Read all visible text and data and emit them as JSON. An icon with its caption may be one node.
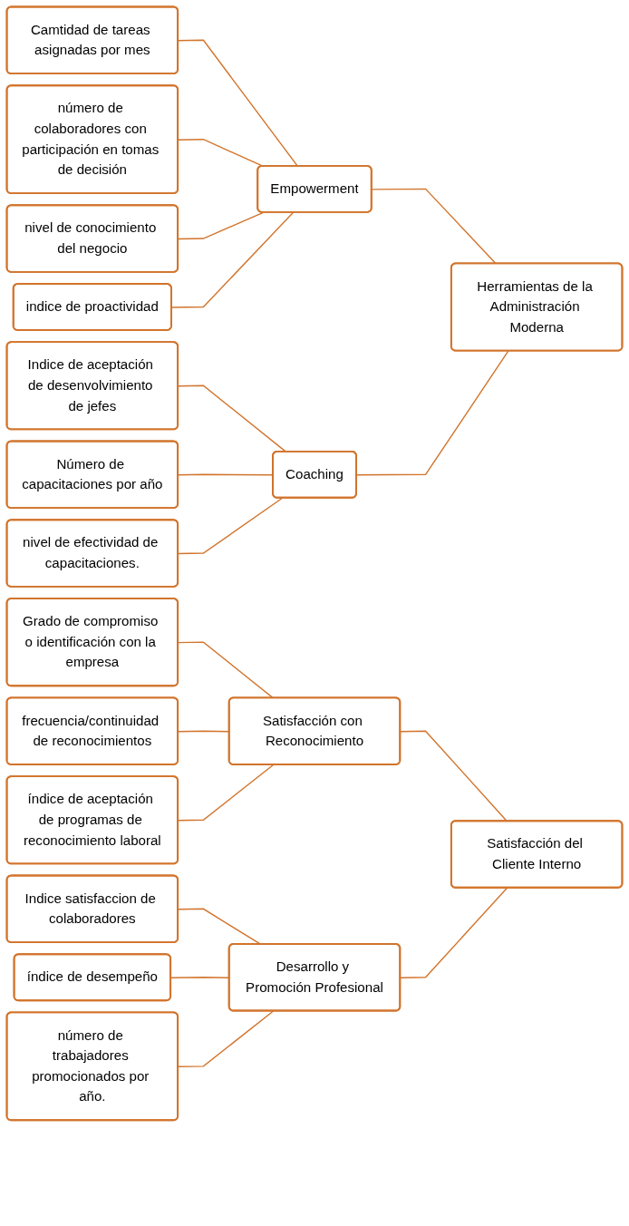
{
  "diagram": {
    "nodes": [
      {
        "text": [
          "Camtidad de tareas asignadas por mes"
        ]
      },
      {
        "text": [
          "número de colaboradores con participación en tomas de decisión"
        ]
      },
      {
        "text": [
          "nivel de conocimiento del negocio"
        ]
      },
      {
        "text": [
          "indice de proactividad"
        ]
      },
      {
        "text": [
          "Empowerment"
        ]
      },
      {
        "text": [
          "Herramientas de la Administración Moderna"
        ]
      },
      {
        "text": [
          "Indice de aceptación de desenvolvimiento de jefes"
        ]
      },
      {
        "text": [
          "Número de capacitaciones por año"
        ]
      },
      {
        "text": [
          "nivel de efectividad de capacitaciones."
        ]
      },
      {
        "text": [
          "Coaching"
        ]
      },
      {
        "text": [
          "Grado de compromiso o identificación con la empresa"
        ]
      },
      {
        "text": [
          "frecuencia/continuidad de reconocimientos"
        ]
      },
      {
        "text": [
          "índice de aceptación de programas de reconocimiento laboral"
        ]
      },
      {
        "text": [
          "Satisfacción con Reconocimiento"
        ]
      },
      {
        "text": [
          "Satisfacción del Cliente Interno"
        ]
      },
      {
        "text": [
          "Indice satisfaccion de colaboradores"
        ]
      },
      {
        "text": [
          "índice de desempeño"
        ]
      },
      {
        "text": [
          "número de trabajadores promocionados por año."
        ]
      },
      {
        "text": [
          "Desarrollo y Promoción Profesional"
        ]
      }
    ],
    "edges": [
      {
        "from": 0,
        "to": 4,
        "arrow": "none"
      },
      {
        "from": 1,
        "to": 4,
        "arrow": "none"
      },
      {
        "from": 2,
        "to": 4,
        "arrow": "none"
      },
      {
        "from": 3,
        "to": 4,
        "arrow": "none"
      },
      {
        "from": 4,
        "to": 5,
        "arrow": "none"
      },
      {
        "from": 6,
        "to": 9,
        "arrow": "none"
      },
      {
        "from": 7,
        "to": 9,
        "arrow": "none"
      },
      {
        "from": 8,
        "to": 9,
        "arrow": "none"
      },
      {
        "from": 9,
        "to": 5,
        "arrow": "none"
      },
      {
        "from": 10,
        "to": 13,
        "arrow": "none"
      },
      {
        "from": 11,
        "to": 13,
        "arrow": "none"
      },
      {
        "from": 12,
        "to": 13,
        "arrow": "none"
      },
      {
        "from": 13,
        "to": 14,
        "arrow": "none"
      },
      {
        "from": 15,
        "to": 18,
        "arrow": "none"
      },
      {
        "from": 16,
        "to": 18,
        "arrow": "none"
      },
      {
        "from": 17,
        "to": 18,
        "arrow": "none"
      },
      {
        "from": 18,
        "to": 14,
        "arrow": "none"
      }
    ]
  }
}
